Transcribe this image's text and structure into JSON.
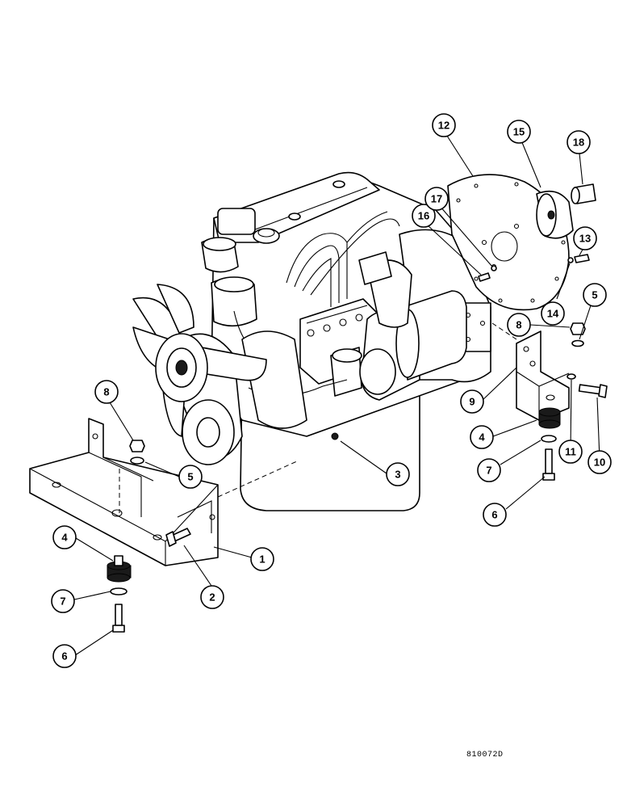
{
  "drawing_number": "810072D",
  "callouts": [
    {
      "id": "c1",
      "label": "1"
    },
    {
      "id": "c2",
      "label": "2"
    },
    {
      "id": "c3",
      "label": "3"
    },
    {
      "id": "c4a",
      "label": "4"
    },
    {
      "id": "c4b",
      "label": "4"
    },
    {
      "id": "c5a",
      "label": "5"
    },
    {
      "id": "c5b",
      "label": "5"
    },
    {
      "id": "c6a",
      "label": "6"
    },
    {
      "id": "c6b",
      "label": "6"
    },
    {
      "id": "c7a",
      "label": "7"
    },
    {
      "id": "c7b",
      "label": "7"
    },
    {
      "id": "c8a",
      "label": "8"
    },
    {
      "id": "c8b",
      "label": "8"
    },
    {
      "id": "c9",
      "label": "9"
    },
    {
      "id": "c10",
      "label": "10"
    },
    {
      "id": "c11",
      "label": "11"
    },
    {
      "id": "c12",
      "label": "12"
    },
    {
      "id": "c13",
      "label": "13"
    },
    {
      "id": "c14",
      "label": "14"
    },
    {
      "id": "c15",
      "label": "15"
    },
    {
      "id": "c16",
      "label": "16"
    },
    {
      "id": "c17",
      "label": "17"
    },
    {
      "id": "c18",
      "label": "18"
    }
  ]
}
